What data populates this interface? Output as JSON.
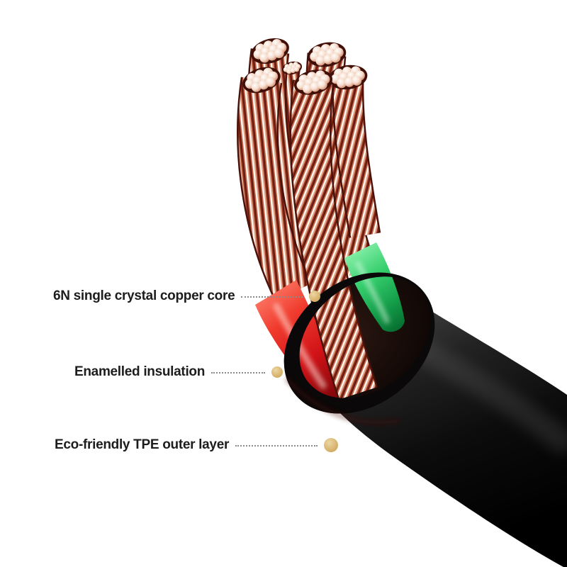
{
  "background_color": "#ffffff",
  "annotations": [
    {
      "id": "copper-core",
      "label": "6N single crystal copper core"
    },
    {
      "id": "enamelled-insulation",
      "label": "Enamelled insulation"
    },
    {
      "id": "tpe-outer-layer",
      "label": "Eco-friendly TPE outer layer"
    }
  ],
  "style": {
    "label_color": "#1d1d1d",
    "leader_line_color": "#8a8a8a",
    "marker_dot_color": "#d6b06a",
    "wire_red": "#d01217",
    "wire_green": "#129a47",
    "copper_stripe": "#b05138",
    "jacket_black": "#0c0c0c"
  },
  "illustration": {
    "description": "Cutaway render of a black cable: stranded copper bundles with enamel striping emerge from a black TPE jacket opening; one red and one green insulated conductor are visible at the cut."
  }
}
